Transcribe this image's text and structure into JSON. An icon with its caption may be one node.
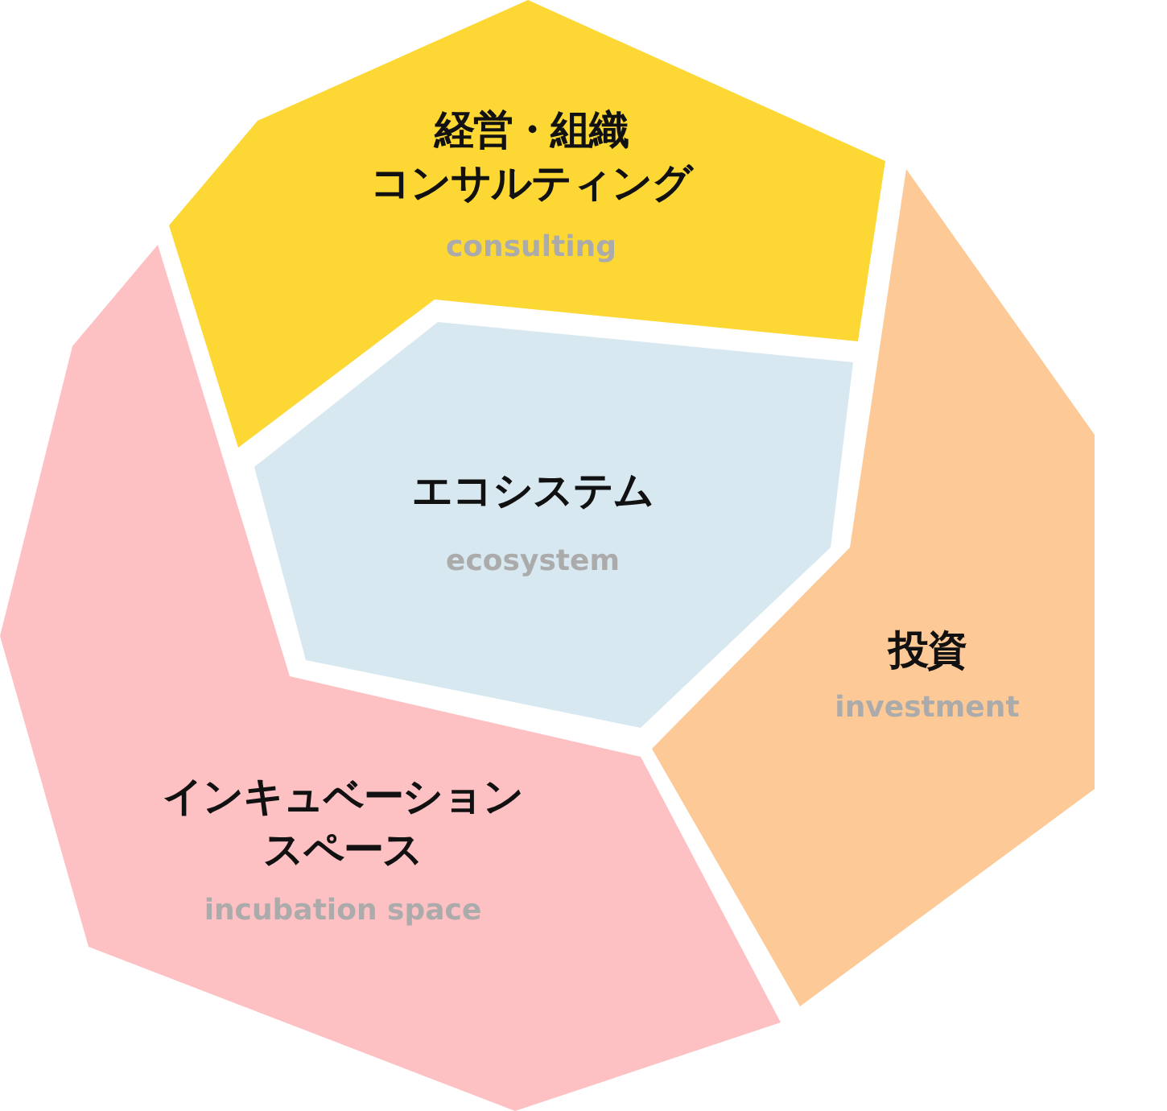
{
  "diagram": {
    "nodes": [
      {
        "text": [
          "経営・組織コンサルティング",
          "consulting"
        ]
      },
      {
        "text": [
          "エコシステム",
          "ecosystem"
        ]
      },
      {
        "text": [
          "投資",
          "investment"
        ]
      },
      {
        "text": [
          "インキュベーションスペース",
          "incubation space"
        ]
      }
    ]
  }
}
